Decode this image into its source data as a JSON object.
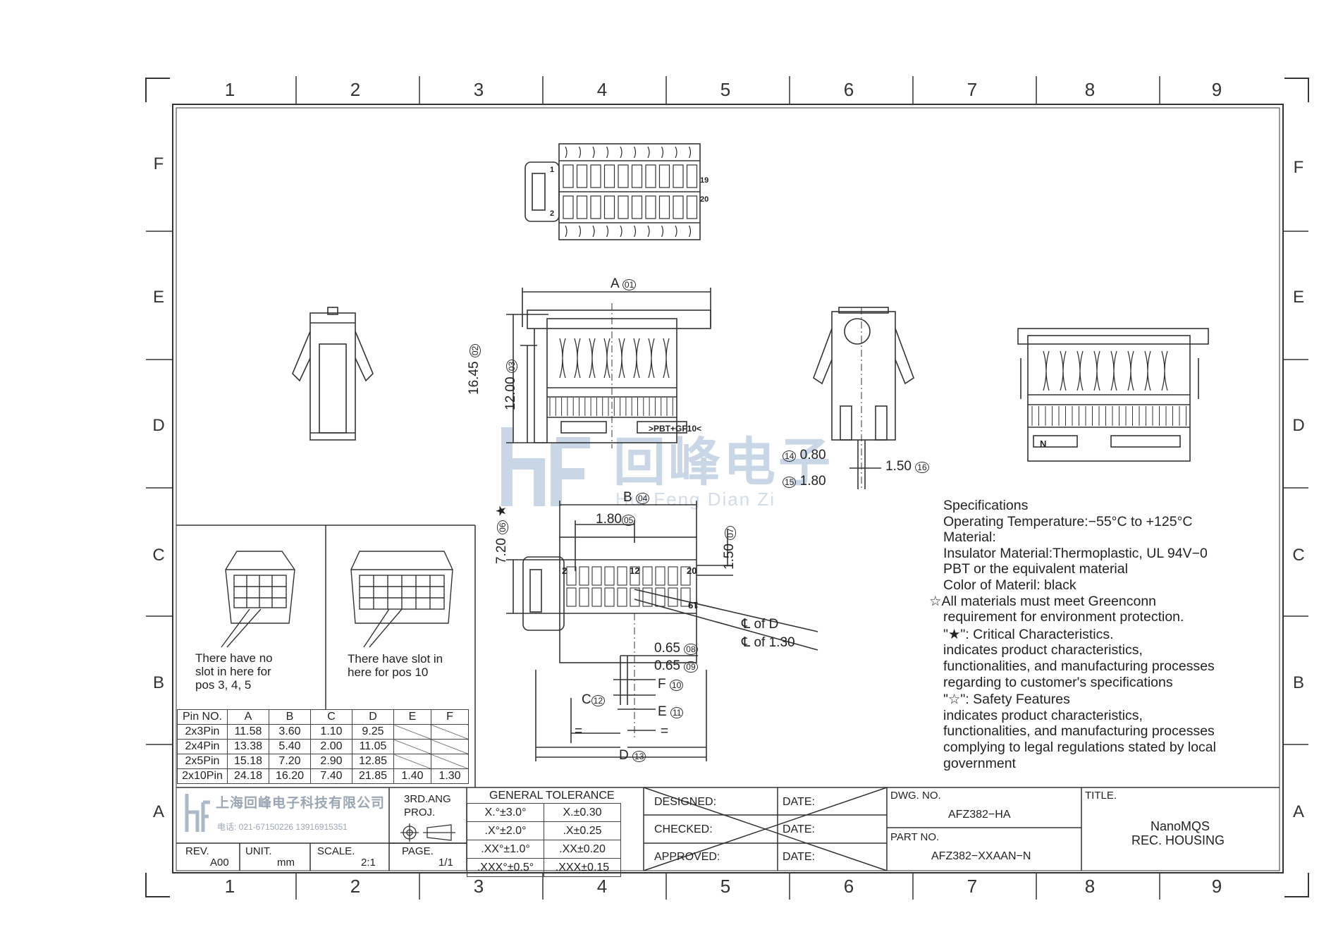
{
  "colors": {
    "line": "#333333",
    "watermark": "#c9d6e6"
  },
  "zones": {
    "columns": [
      "1",
      "2",
      "3",
      "4",
      "5",
      "6",
      "7",
      "8",
      "9"
    ],
    "rows": [
      "F",
      "E",
      "D",
      "C",
      "B",
      "A"
    ]
  },
  "watermark": {
    "cn": "回峰电子",
    "py": "Hui Feng Dian Zi"
  },
  "dims": {
    "a": "A",
    "a_ref": "01",
    "h1": "16.45",
    "h1_ref": "02",
    "h2": "12.00",
    "h2_ref": "03",
    "b": "B",
    "b_ref": "04",
    "d180": "1.80",
    "d180_ref": "05",
    "d720": "7.20",
    "d720_ref": "06",
    "d150v": "1.50",
    "d150v_ref": "07",
    "d065a": "0.65",
    "d065a_ref": "08",
    "d065b": "0.65",
    "d065b_ref": "09",
    "f": "F",
    "f_ref": "10",
    "e": "E",
    "e_ref": "11",
    "c": "C",
    "c_ref": "12",
    "d": "D",
    "d_ref": "13",
    "d080": "0.80",
    "d080_ref": "14",
    "d180b": "1.80",
    "d180b_ref": "15",
    "d150h": "1.50",
    "d150h_ref": "16",
    "cl_d": "℄ of D",
    "cl_130": "℄ of 1.30",
    "eq1": "=",
    "eq2": "=",
    "pin2": "2",
    "pin12": "12",
    "pin20": "20",
    "pin19": "19",
    "top1": "1",
    "top19": "19",
    "top20": "20",
    "top2": "2",
    "label_pbt": ">PBT+GF10<",
    "side_n": "N"
  },
  "notes": {
    "left": [
      "There have no",
      "slot in here for",
      "pos 3, 4, 5"
    ],
    "right": [
      "There have slot   in",
      "here for pos 10"
    ]
  },
  "pin_table": {
    "headers": [
      "Pin NO.",
      "A",
      "B",
      "C",
      "D",
      "E",
      "F"
    ],
    "rows": [
      [
        "2x3Pin",
        "11.58",
        "3.60",
        "1.10",
        "9.25",
        "",
        ""
      ],
      [
        "2x4Pin",
        "13.38",
        "5.40",
        "2.00",
        "11.05",
        "",
        ""
      ],
      [
        "2x5Pin",
        "15.18",
        "7.20",
        "2.90",
        "12.85",
        "",
        ""
      ],
      [
        "2x10Pin",
        "24.18",
        "16.20",
        "7.40",
        "21.85",
        "1.40",
        "1.30"
      ]
    ]
  },
  "specs": [
    "Specifications",
    "Operating Temperature:−55°C to +125°C",
    "Material:",
    "Insulator Material:Thermoplastic, UL 94V−0",
    "PBT or the equivalent material",
    "Color of Materil: black",
    "☆All materials must meet Greenconn",
    "requirement for environment protection.",
    "\"★\": Critical Characteristics.",
    "indicates product characteristics,",
    "functionalities, and manufacturing processes",
    "regarding to customer's specifications",
    "\"☆\": Safety Features",
    "indicates product characteristics,",
    "functionalities, and manufacturing processes",
    "complying to legal regulations stated by local",
    "government"
  ],
  "title_block": {
    "company": "上海回峰电子科技有限公司",
    "phone": "电话: 021-67150226  13916915351",
    "rev_label": "REV.",
    "rev": "A00",
    "unit_label": "UNIT.",
    "unit": "mm",
    "scale_label": "SCALE.",
    "scale": "2:1",
    "proj1": "3RD.ANG",
    "proj2": "PROJ.",
    "page_label": "PAGE.",
    "page": "1/1",
    "gt": "GENERAL TOLERANCE",
    "tol": [
      [
        "X.°±3.0°",
        "X.±0.30"
      ],
      [
        ".X°±2.0°",
        ".X±0.25"
      ],
      [
        ".XX°±1.0°",
        ".XX±0.20"
      ],
      [
        ".XXX°±0.5°",
        ".XXX±0.15"
      ]
    ],
    "designed": "DESIGNED:",
    "checked": "CHECKED:",
    "approved": "APPROVED:",
    "date": "DATE:",
    "dwg_label": "DWG. NO.",
    "dwg": "AFZ382−HA",
    "part_label": "PART NO.",
    "part": "AFZ382−XXAAN−N",
    "title_label": "TITLE.",
    "title1": "NanoMQS",
    "title2": "REC. HOUSING"
  }
}
